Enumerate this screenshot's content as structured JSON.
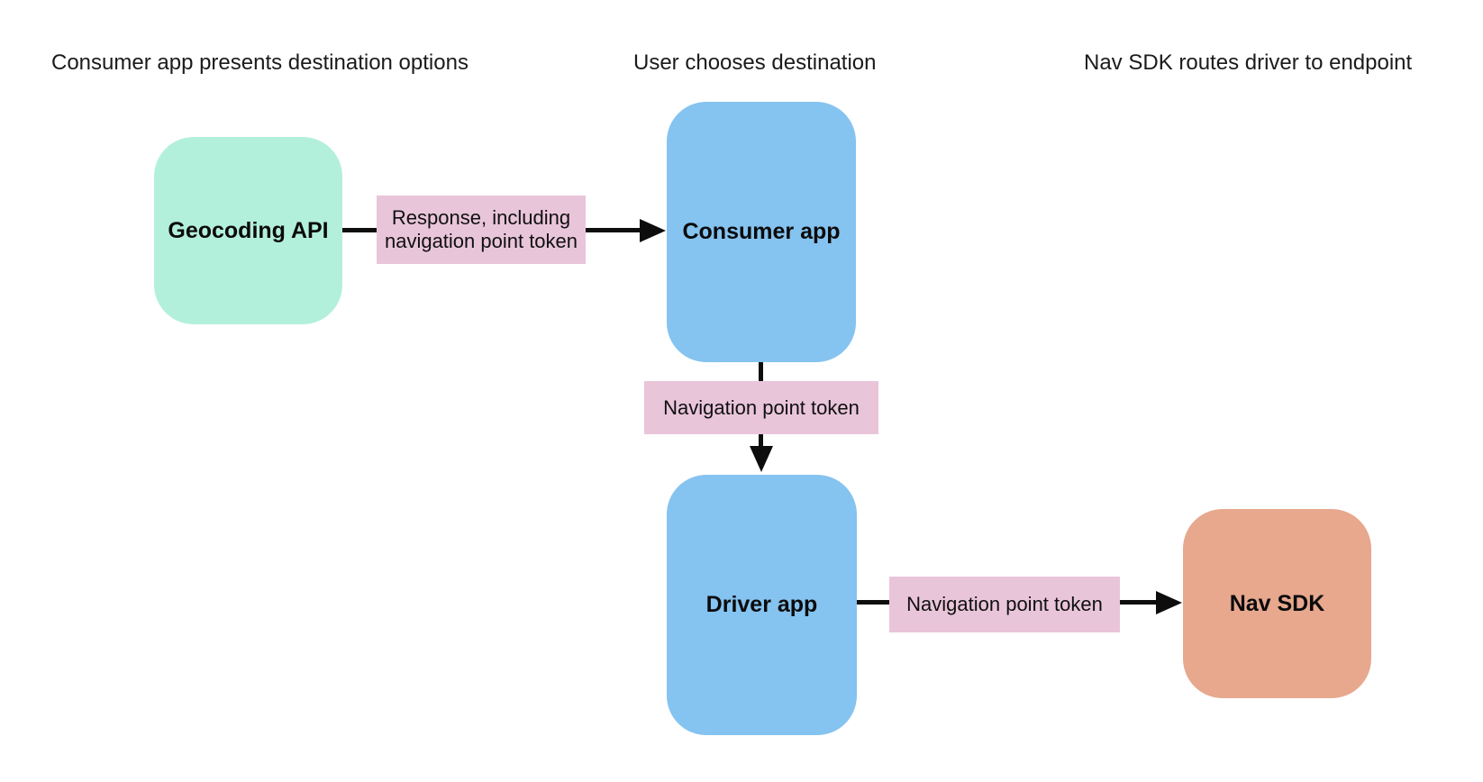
{
  "page": {
    "background": "#ffffff",
    "type": "flow-diagram"
  },
  "colors": {
    "node_green": "#b3f0dc",
    "node_blue": "#85c3f0",
    "node_orange": "#e7a88e",
    "label_pink": "#e9c5da",
    "arrow_black": "#0d0d0d",
    "text_dark": "#1b1b1b"
  },
  "lane_headers": [
    {
      "label": "Consumer app presents destination options"
    },
    {
      "label": "User chooses destination"
    },
    {
      "label": "Nav SDK routes driver to endpoint"
    }
  ],
  "nodes": {
    "geocoding_api": {
      "label": "Geocoding API",
      "color": "#b3f0dc"
    },
    "consumer_app": {
      "label": "Consumer app",
      "color": "#85c3f0"
    },
    "driver_app": {
      "label": "Driver app",
      "color": "#85c3f0"
    },
    "nav_sdk": {
      "label": "Nav SDK",
      "color": "#e7a88e"
    }
  },
  "edges": {
    "geocoding_to_consumer": {
      "label": "Response, including navigation point token",
      "label_color": "#e9c5da"
    },
    "consumer_to_driver": {
      "label": "Navigation point token",
      "label_color": "#e9c5da"
    },
    "driver_to_navsdk": {
      "label": "Navigation point token",
      "label_color": "#e9c5da"
    }
  }
}
